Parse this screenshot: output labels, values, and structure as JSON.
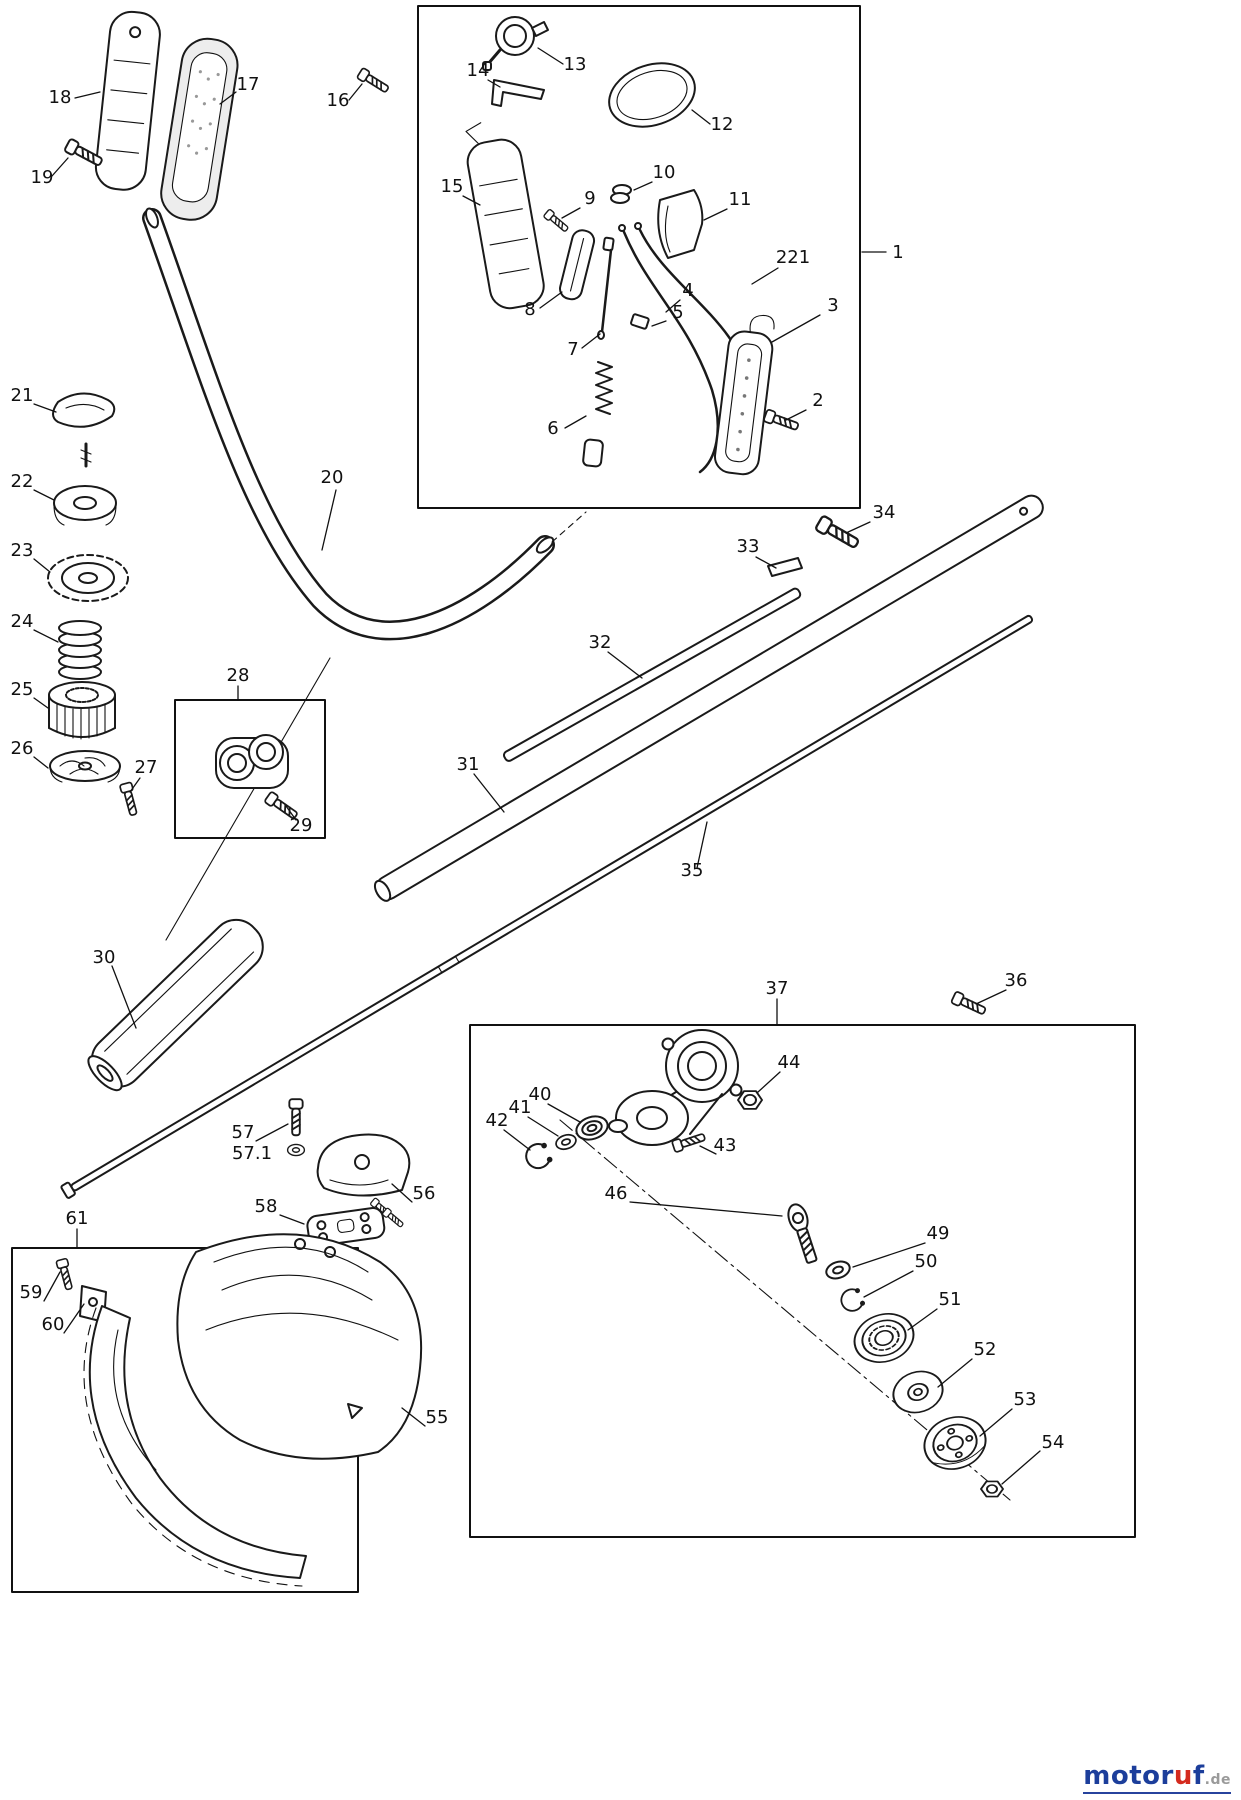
{
  "page": {
    "background": "#ffffff"
  },
  "colors": {
    "line": "#1a1a1a",
    "logo_blue": "#1c3e9b",
    "logo_red": "#d42a1e",
    "logo_gray": "#9a9a9a"
  },
  "logo": {
    "part1": "motor",
    "part2": "u",
    "part3": "f",
    "suffix": ".de"
  },
  "callouts": {
    "c1": "1",
    "c2": "2",
    "c3": "3",
    "c4": "4",
    "c5": "5",
    "c6": "6",
    "c7": "7",
    "c8": "8",
    "c9": "9",
    "c10": "10",
    "c11": "11",
    "c12": "12",
    "c13": "13",
    "c14": "14",
    "c15": "15",
    "c16": "16",
    "c17": "17",
    "c18": "18",
    "c19": "19",
    "c20": "20",
    "c21": "21",
    "c22": "22",
    "c23": "23",
    "c24": "24",
    "c25": "25",
    "c26": "26",
    "c27": "27",
    "c28": "28",
    "c29": "29",
    "c30": "30",
    "c31": "31",
    "c32": "32",
    "c33": "33",
    "c34": "34",
    "c35": "35",
    "c36": "36",
    "c37": "37",
    "c40": "40",
    "c41": "41",
    "c42": "42",
    "c43": "43",
    "c44": "44",
    "c46": "46",
    "c49": "49",
    "c50": "50",
    "c51": "51",
    "c52": "52",
    "c53": "53",
    "c54": "54",
    "c55": "55",
    "c56": "56",
    "c57": "57",
    "c57_1": "57.1",
    "c58": "58",
    "c59": "59",
    "c60": "60",
    "c61": "61",
    "c221": "221"
  }
}
